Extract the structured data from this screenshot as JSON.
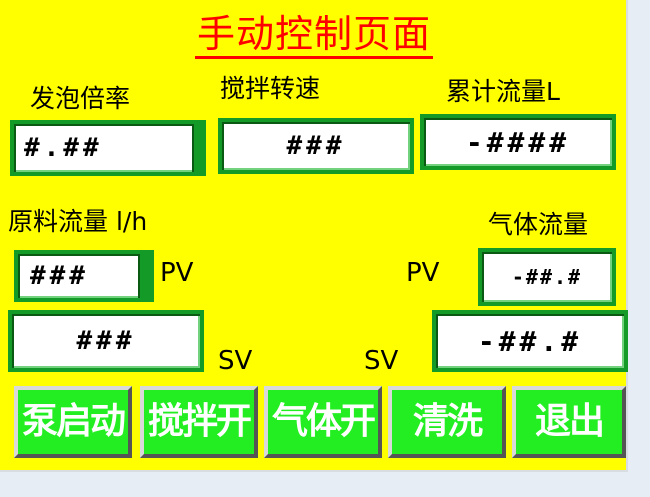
{
  "title": "手动控制页面",
  "labels": {
    "foam_ratio": "发泡倍率",
    "stir_speed": "搅拌转速",
    "total_flow": "累计流量L",
    "raw_flow": "原料流量 l/h",
    "gas_flow": "气体流量",
    "pv_left": "PV",
    "pv_right": "PV",
    "sv_left": "SV",
    "sv_right": "SV"
  },
  "fields": {
    "foam_ratio": "#.##",
    "stir_speed": "###",
    "total_flow": "-####",
    "raw_flow_pv": "###",
    "raw_flow_sv": "###",
    "gas_flow_pv": "-##.#",
    "gas_flow_sv": "-##.#"
  },
  "buttons": {
    "pump_start": "泵启动",
    "stir_on": "搅拌开",
    "gas_on": "气体开",
    "clean": "清洗",
    "exit": "退出"
  },
  "colors": {
    "background": "#ffff00",
    "title": "#ff0000",
    "field_border": "#139a27",
    "button": "#22ee22"
  }
}
